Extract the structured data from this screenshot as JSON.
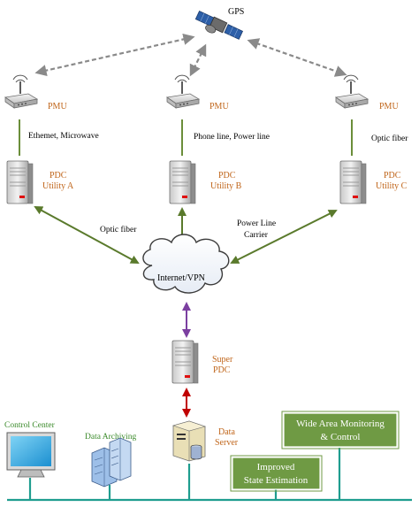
{
  "satellite": {
    "label": "GPS"
  },
  "pmus": [
    {
      "label": "PMU",
      "link": [
        "Ethemet, Microwave"
      ]
    },
    {
      "label": "PMU",
      "link": [
        "Phone line, Power line"
      ]
    },
    {
      "label": "PMU",
      "link": [
        "Optic fiber"
      ]
    }
  ],
  "pdcs": [
    {
      "lines": [
        "PDC",
        "Utility A"
      ]
    },
    {
      "lines": [
        "PDC",
        "Utility B"
      ]
    },
    {
      "lines": [
        "PDC",
        "Utility C"
      ]
    }
  ],
  "links": {
    "pdc_a_to_cloud": "Optic fiber",
    "pdc_c_to_cloud": [
      "Power Line",
      "Carrier"
    ]
  },
  "cloud": {
    "label": "Internet/VPN"
  },
  "super_pdc": {
    "lines": [
      "Super",
      "PDC"
    ]
  },
  "data_server": {
    "lines": [
      "Data",
      "Server"
    ]
  },
  "applications": {
    "control_center": "Control Center",
    "data_archiving": "Data Archiving",
    "improved_state": [
      "Improved",
      "State Estimation"
    ],
    "wide_area": [
      "Wide Area Monitoring",
      "& Control"
    ]
  },
  "colors": {
    "gps_link": "#8a8a8a",
    "pmu_link": "#6b8e3a",
    "fiber_link": "#5a7a2c",
    "super_link": "#7b3fa0",
    "server_link": "#c00000",
    "bus": "#1f9d8f",
    "app_box": "#6f9a44",
    "orange_text": "#c0651a",
    "green_text": "#3a8a2a"
  }
}
